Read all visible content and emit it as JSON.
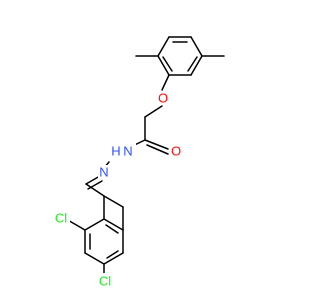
{
  "molecule": {
    "atoms": {
      "O1": {
        "label": "O",
        "color": "#ff0d0d"
      },
      "O2": {
        "label": "O",
        "color": "#ff0d0d"
      },
      "N1": {
        "label": "N",
        "color": "#3050f8"
      },
      "N2": {
        "label": "N",
        "color": "#3050f8"
      },
      "Cl1": {
        "label": "Cl",
        "color": "#1ff01f"
      },
      "Cl2": {
        "label": "Cl",
        "color": "#1ff01f"
      },
      "NH": {
        "label": "H",
        "color": "#3050f8"
      }
    },
    "colors": {
      "bond": "#000000",
      "background": "#ffffff"
    }
  }
}
